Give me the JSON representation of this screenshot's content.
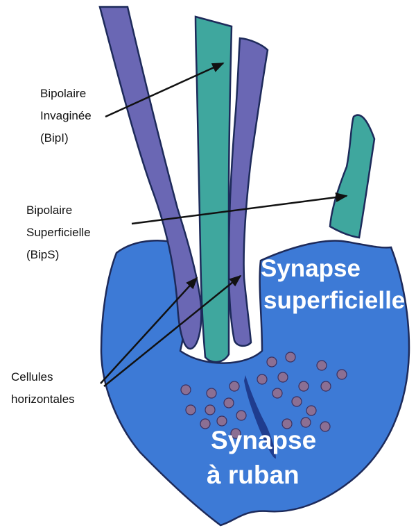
{
  "labels": {
    "bipi": [
      "Bipolaire",
      "Invaginée",
      "(BipI)"
    ],
    "bips": [
      "Bipolaire",
      "Superficielle",
      "(BipS)"
    ],
    "horizontal": [
      "Cellules",
      "horizontales"
    ],
    "synapse_superficielle": [
      "Synapse",
      "superficielle"
    ],
    "synapse_ruban": [
      "Synapse",
      "à ruban"
    ]
  },
  "colors": {
    "terminal_blue": "#3d7ad6",
    "horizontal_purple": "#6a67b4",
    "bipolar_teal": "#3fa79e",
    "vesicle": "#8b6f93",
    "ribbon": "#1f3c8e",
    "outline": "#1d2a5a"
  },
  "icons": [
    "arrow-icon"
  ]
}
